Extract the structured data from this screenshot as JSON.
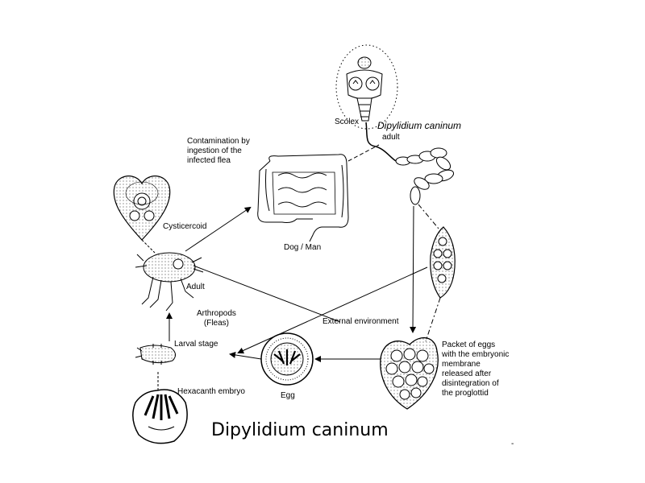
{
  "labels": {
    "scolex": "Scolex",
    "species": "Dipylidium caninum",
    "adult_worm": "adult",
    "contamination": "Contamination by\ningestion of the\ninfected flea",
    "host": "Dog / Man",
    "cysticercoid": "Cysticercoid",
    "flea_adult": "Adult",
    "arthropods": "Arthropods\n(Fleas)",
    "external": "External environment",
    "packet": "Packet of eggs\nwith the embryonic\nmembrane\nreleased after\ndisintegration of\nthe proglottid",
    "larval": "Larval stage",
    "egg": "Egg",
    "hexacanth": "Hexacanth embryo",
    "title": "Dipylidium caninum",
    "dash": "-"
  },
  "colors": {
    "ink": "#000000",
    "stipple": "#555555",
    "background": "#ffffff"
  }
}
